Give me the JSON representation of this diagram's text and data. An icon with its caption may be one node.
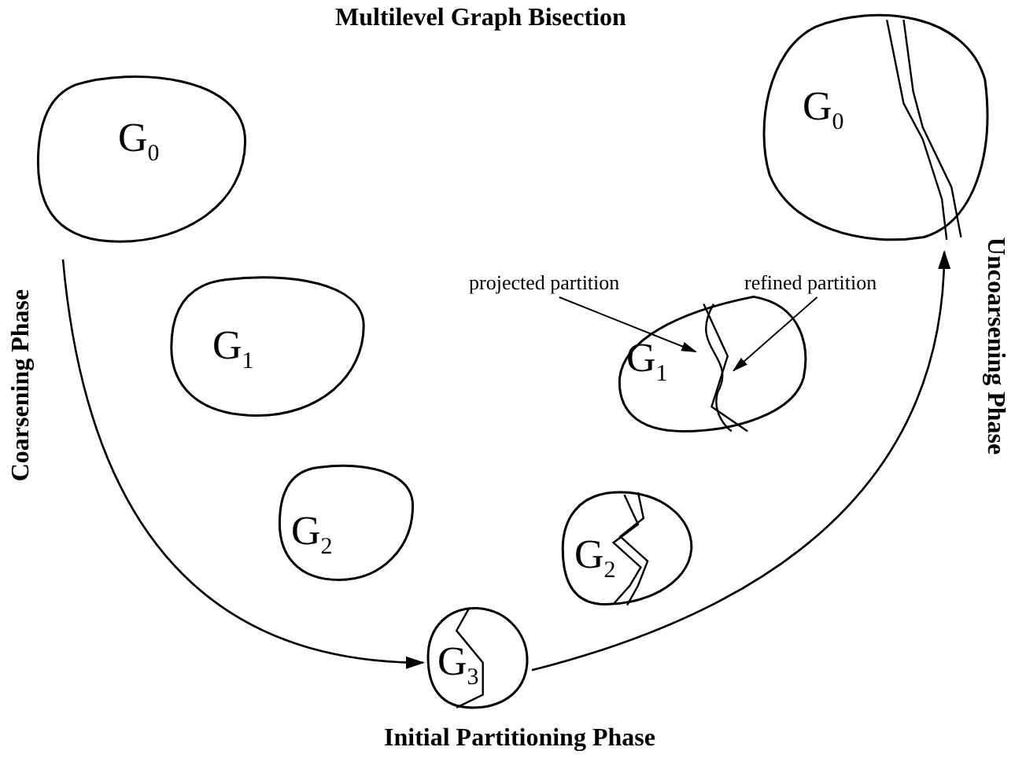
{
  "diagram": {
    "title": "Multilevel Graph Bisection",
    "nodes": [
      {
        "text": [
          "G$_{0}$"
        ]
      },
      {
        "text": [
          "G$_{1}$"
        ]
      },
      {
        "text": [
          "G$_{2}$"
        ]
      },
      {
        "text": [
          "G$_{3}$"
        ]
      },
      {
        "text": [
          "G$_{2}$"
        ]
      },
      {
        "text": [
          "G$_{1}$"
        ]
      },
      {
        "text": [
          "G$_{0}$"
        ]
      },
      {
        "text": [
          "projected partition"
        ]
      },
      {
        "text": [
          "refined partition"
        ]
      }
    ],
    "edges": [
      {
        "from": 0,
        "to": 3,
        "arrow": "to"
      },
      {
        "from": 3,
        "to": 6,
        "arrow": "to"
      },
      {
        "from": 7,
        "to": 5,
        "arrow": "to"
      },
      {
        "from": 8,
        "to": 5,
        "arrow": "to"
      }
    ],
    "labels": [
      "Coarsening Phase",
      "Uncoarsening Phase",
      "Initial Partitioning Phase"
    ]
  }
}
